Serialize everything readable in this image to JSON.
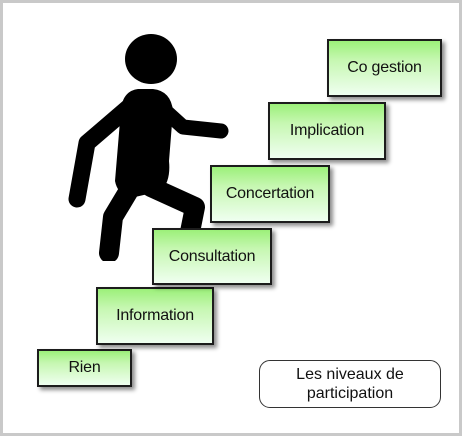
{
  "steps": [
    {
      "label": "Rien"
    },
    {
      "label": "Information"
    },
    {
      "label": "Consultation"
    },
    {
      "label": "Concertation"
    },
    {
      "label": "Implication"
    },
    {
      "label": "Co gestion"
    }
  ],
  "legend": {
    "line1": "Les niveaux de",
    "line2": "participation"
  },
  "icons": {
    "figure": "walking-person-icon"
  },
  "colors": {
    "step_fill_top": "#9cf07a",
    "step_fill_bottom": "#effff0",
    "step_border": "#1c1c1c",
    "figure": "#000000"
  }
}
